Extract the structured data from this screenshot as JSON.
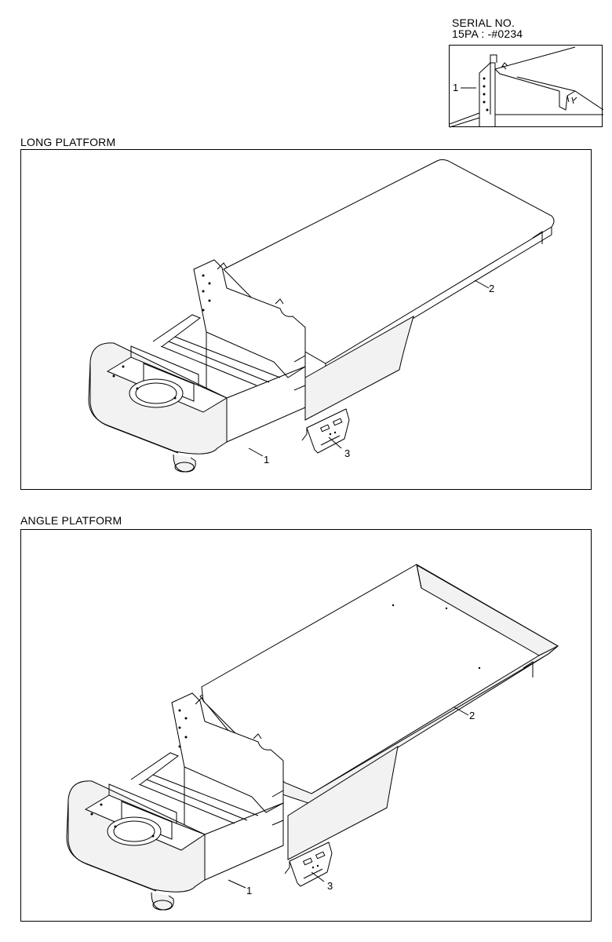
{
  "serial": {
    "line1": "SERIAL NO.",
    "line2": "15PA : -#0234"
  },
  "inset": {
    "callout_1": "1"
  },
  "long_platform": {
    "title": "LONG PLATFORM",
    "callouts": [
      "1",
      "2",
      "3"
    ]
  },
  "angle_platform": {
    "title": "ANGLE PLATFORM",
    "callouts": [
      "1",
      "2",
      "3"
    ]
  }
}
